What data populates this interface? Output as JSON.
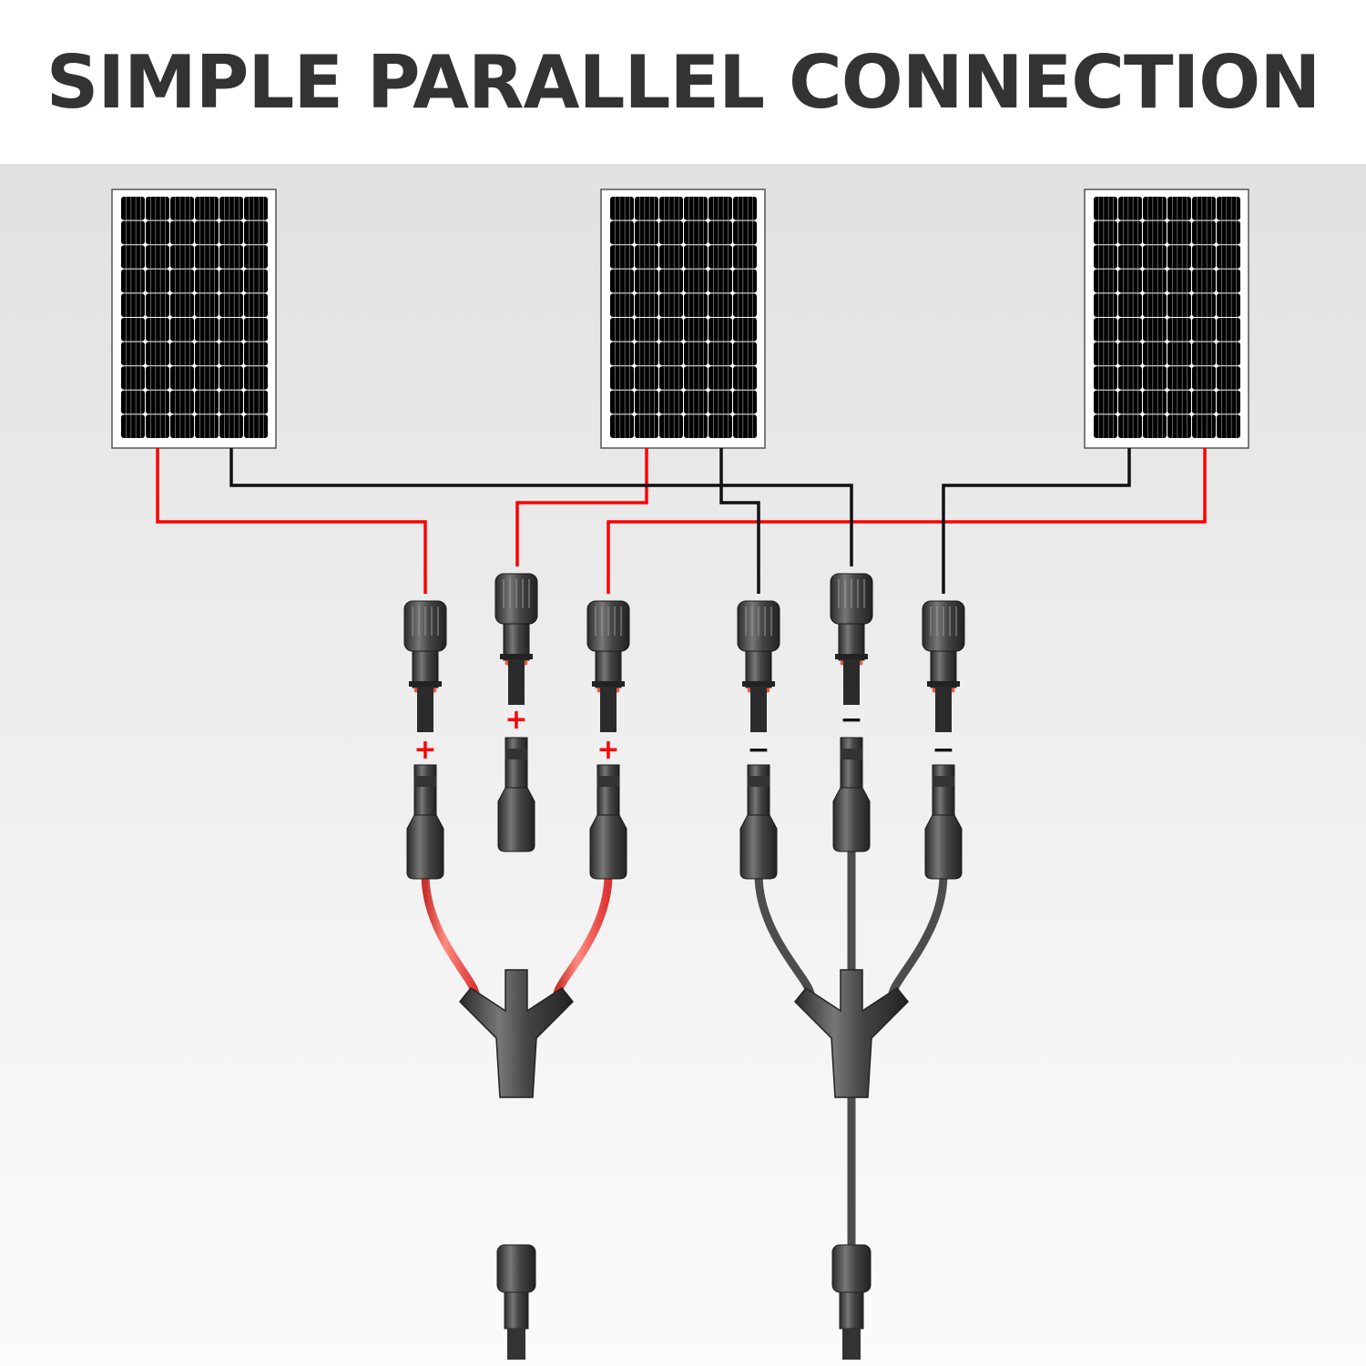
{
  "title": "SIMPLE PARALLEL CONNECTION",
  "colors": {
    "positive": "#ff0000",
    "negative": "#111111",
    "red_cable": "#e8463e",
    "black_cable": "#4a4a4a"
  },
  "panels": {
    "count": 3,
    "cell_columns": 6,
    "cell_rows": 10
  },
  "polarity": {
    "positive": "+",
    "negative": "−"
  }
}
